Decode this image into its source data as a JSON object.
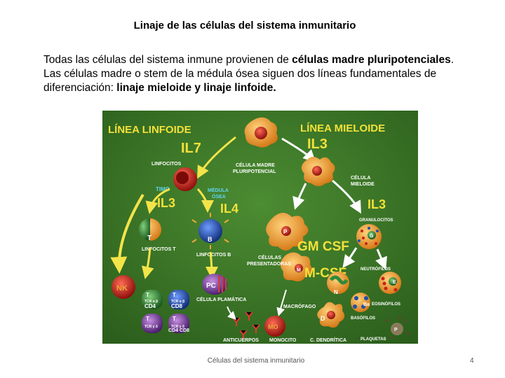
{
  "slide": {
    "title": "Linaje de las células del sistema inmunitario",
    "intro": {
      "p1": "Todas las células del sistema inmune provienen de ",
      "b1": "células madre pluripotenciales",
      "p2": ". Las células madre o stem de la médula ósea siguen dos líneas fundamentales de diferenciación: ",
      "b2": "linaje mieloide y linaje linfoide."
    },
    "footer": "Células del sistema inmunitario",
    "page_number": "4"
  },
  "figure": {
    "background": "#3f7a2a",
    "linea_linfoide": "LÍNEA LINFOIDE",
    "linea_mieloide": "LÍNEA MIELOIDE",
    "il7": "IL7",
    "il3_top": "IL3",
    "linfocitos": "LINFOCITOS",
    "celula_madre": "CÉLULA MADRE",
    "pluripotencial": "PLURIPOTENCIAL",
    "timo": "TIMO",
    "medula": "MÉDULA",
    "osea": "ÓSEA",
    "il3_left": "IL3",
    "il4": "IL4",
    "celula_mieloide_1": "CÉLULA",
    "celula_mieloide_2": "MIELOIDE",
    "il3_right": "IL3",
    "granulocitos": "GRANULOCITOS",
    "t": "T",
    "b": "B",
    "p": "P",
    "linfocitos_t": "LINFOCITOS T",
    "linfocitos_b": "LINFOCITOS B",
    "gm_csf": "GM CSF",
    "celulas_presentadoras_1": "CÉLULAS",
    "celulas_presentadoras_2": "PRESENTADORAS",
    "m_csf": "M-CSF",
    "nk": "NK",
    "pc": "PC",
    "celula_plasmatica": "CÉLULA PLAMÁTICA",
    "tcr1": "TCR α β",
    "cd4": "CD4",
    "tcr2": "TCR α β",
    "cd8": "CD8",
    "tcr3": "TCR γ δ",
    "cd4_cd8": "CD4 CD8",
    "m": "M",
    "macrofago": "MACRÓFAGO",
    "neutrofilos": "NEUTRÓFILOS",
    "eosinofilos": "EOSINÓFILOS",
    "n": "N",
    "e": "E",
    "ba": "Ba",
    "basofilos": "BASÓFILOS",
    "d": "D",
    "mo": "MO",
    "anticuerpos": "ANTICUERPOS",
    "monocito": "MONOCITO",
    "c_dendritica": "C. DENDRÍTICA",
    "plaquetas": "PLAQUETAS",
    "g": "G",
    "pq": "P",
    "colors": {
      "label_white": "#ffffff",
      "label_yellow": "#f2e13a",
      "label_cyan": "#5fd6f0",
      "arrow": "#f3e44a",
      "cell_red": "#c8211c",
      "cell_orange": "#f0a63a",
      "cell_blue": "#1e4fb0",
      "cell_green": "#2f8a3a"
    }
  }
}
